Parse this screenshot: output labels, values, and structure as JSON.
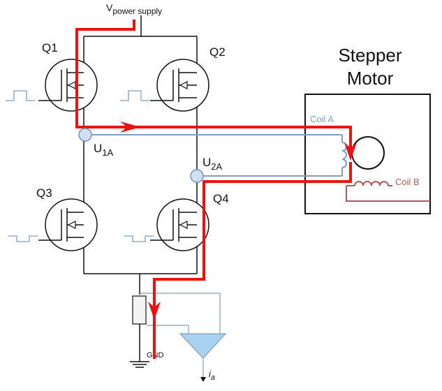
{
  "labels": {
    "vsupply_main": "V",
    "vsupply_sub": "power supply",
    "q1": "Q1",
    "q2": "Q2",
    "q3": "Q3",
    "q4": "Q4",
    "u1a_main": "U",
    "u1a_sub": "1A",
    "u2a_main": "U",
    "u2a_sub": "2A",
    "motor_line1": "Stepper",
    "motor_line2": "Motor",
    "coil_a": "Coil A",
    "coil_b": "Coil B",
    "gnd": "GND",
    "ia_main": "i",
    "ia_sub": "a"
  },
  "colors": {
    "current_path": "#ee1111",
    "coil_a": "#7f9ec5",
    "coil_b": "#b45a5a",
    "node": "#cfe0f3",
    "amplifier": "#a9d2f0",
    "wire": "#111111"
  }
}
